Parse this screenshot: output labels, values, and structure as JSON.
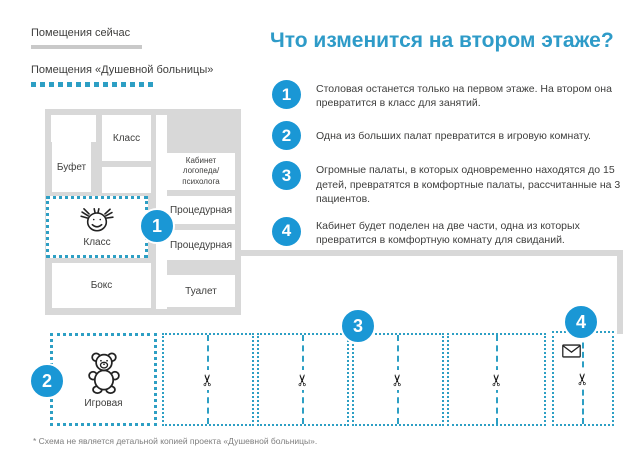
{
  "legend": {
    "current": "Помещения сейчас",
    "planned": "Помещения «Душевной больницы»"
  },
  "title": "Что изменится на втором этаже?",
  "changes": [
    {
      "num": "1",
      "text": "Столовая останется только на первом этаже. На втором она превратится в класс для занятий."
    },
    {
      "num": "2",
      "text": "Одна из больших палат превратится в игровую комнату."
    },
    {
      "num": "3",
      "text": "Огромные палаты, в которых одновременно находятся до 15 детей, превратятся в комфортные палаты, рассчитанные на 3 пациентов."
    },
    {
      "num": "4",
      "text": "Кабинет будет поделен на две части, одна из которых превратится в комфортную комнату для свиданий."
    }
  ],
  "floorplan": {
    "rooms": {
      "class_top": "Класс",
      "bufet": "Буфет",
      "kabinet": "Кабинет логопеда/психолога",
      "proc1": "Процедурная",
      "proc2": "Процедурная",
      "class_new": "Класс",
      "boks": "Бокс",
      "tualet": "Туалет",
      "igrovaya": "Игровая"
    },
    "icons": {
      "scissors": "✂"
    }
  },
  "footnote": "* Схема не является детальной копией проекта «Душевной больницы».",
  "colors": {
    "accent_blue": "#1a97d5",
    "title_blue": "#2e9bc8",
    "wall_gray": "#d8d8d8",
    "dot_teal": "#2d9fc4"
  }
}
